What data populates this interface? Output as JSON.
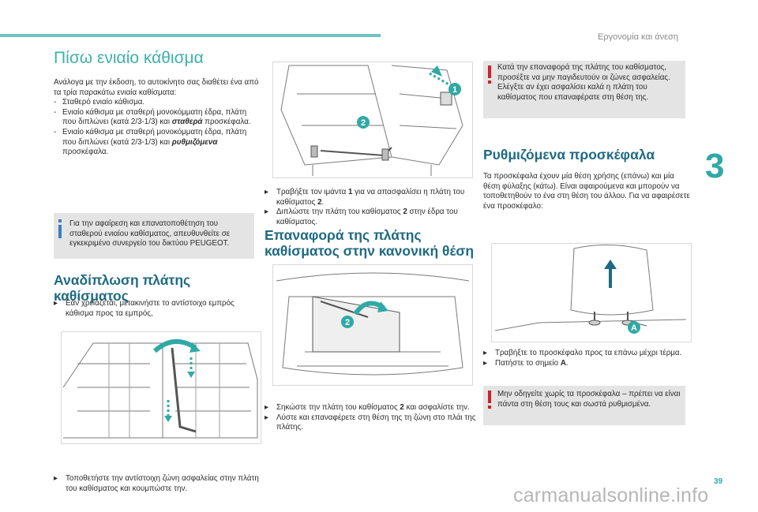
{
  "header": {
    "section_title": "Εργονομία και άνεση",
    "chapter_number": "3",
    "page_number": "39",
    "watermark": "carmanualsonline.info"
  },
  "col1": {
    "title": "Πίσω ενιαίο κάθισμα",
    "intro": "Ανάλογα με την έκδοση, το αυτοκίνητο σας διαθέτει ένα από τα τρία παρακάτω ενιαία καθίσματα:",
    "options": [
      {
        "mark": "-",
        "text": "Σταθερό ενιαίο κάθισμα."
      },
      {
        "mark": "-",
        "text": "Ενιαίο κάθισμα με σταθερή μονοκόμματη έδρα, πλάτη που διπλώνει (κατά 2/3-1/3) και",
        "bold": "σταθερά",
        "tail": "προσκέφαλα."
      },
      {
        "mark": "-",
        "text": "Ενιαίο κάθισμα με σταθερή μονοκόμματη έδρα, πλάτη που διπλώνει (κατά 2/3-1/3) και",
        "bold": "ρυθμιζόμενα",
        "tail": "προσκέφαλα."
      }
    ],
    "info_text": "Για την αφαίρεση και επανατοποθέτηση του σταθερού ενιαίου καθίσματος, απευθυνθείτε σε εγκεκριμένο συνεργείο του δικτύου PEUGEOT.",
    "folding_title": "Αναδίπλωση πλάτης καθίσματος",
    "folding_step1": "Εάν χρειάζεται, μετακινήστε το αντίστοιχο εμπρός κάθισμα προς τα εμπρός,",
    "folding_step2": "Τοποθετήστε την αντίστοιχη ζώνη ασφαλείας στην πλάτη του καθίσματος και κουμπώστε την."
  },
  "col2": {
    "fig1_callouts": [
      "1",
      "2"
    ],
    "step_a_pre": "Τραβήξτε τον ιμάντα",
    "step_a_num": "1",
    "step_a_post": "για να απασφαλίσει η πλάτη του καθίσματος",
    "step_a_num2": "2",
    "step_a_end": ".",
    "step_b_pre": "Διπλώστε την πλάτη του καθίσματος",
    "step_b_num": "2",
    "step_b_post": "στην έδρα του καθίσματος.",
    "restore_title": "Επαναφορά της πλάτης καθίσματος στην κανονική θέση",
    "fig2_callout": "2",
    "step_c_pre": "Σηκώστε την πλάτη του καθίσματος",
    "step_c_num": "2",
    "step_c_post": "και ασφαλίστε την.",
    "step_d": "Λύστε και επαναφέρετε στη θέση της τη ζώνη στο πλάι της πλάτης."
  },
  "col3": {
    "warning1": "Κατά την επαναφορά της πλάτης του καθίσματος, προσέξτε να μην παγιδευτούν οι ζώνες ασφαλείας. Ελέγξτε αν έχει ασφαλίσει καλά η πλάτη του καθίσματος που επαναφέρατε στη θέση της.",
    "headrests_title": "Ρυθμιζόμενα προσκέφαλα",
    "headrests_text": "Τα προσκέφαλα έχουν μία θέση χρήσης (επάνω) και μία θέση φύλαξης (κάτω). Είναι αφαιρούμενα και μπορούν να τοποθετηθούν το ένα στη θέση του άλλου. Για να αφαιρέσετε ένα προσκέφαλο:",
    "fig3_callout": "A",
    "step_e": "Τραβήξτε το προσκέφαλο προς τα επάνω μέχρι τέρμα.",
    "step_f_pre": "Πατήστε το σημείο",
    "step_f_bold": "A",
    "step_f_end": ".",
    "warning2": "Μην οδηγείτε χωρίς τα προσκέφαλα – πρέπει να είναι πάντα στη θέση τους και σωστά ρυθμισμένα."
  },
  "bullet_mark": "▸",
  "colors": {
    "accent": "#2fa9a5",
    "heading": "#1f6a82",
    "info_box": "#e4e4e4",
    "warning": "#d0202a",
    "info_icon": "#3a7fc0"
  }
}
